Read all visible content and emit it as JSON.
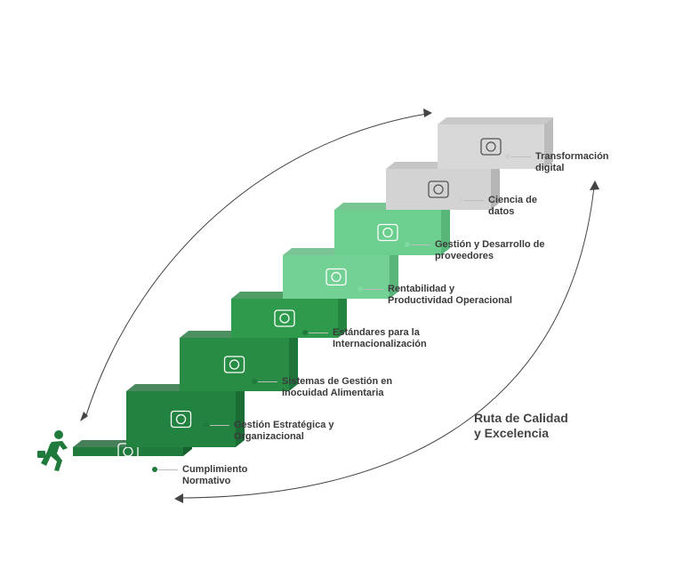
{
  "title": {
    "line1": "Ruta de Calidad",
    "line2": "y Excelencia"
  },
  "colors": {
    "dark_green": "#1f7a3b",
    "green": "#2e9a4b",
    "light_green": "#7fd9a0",
    "grey": "#d9d9d9",
    "text": "#3a3a3a"
  },
  "steps": [
    {
      "line1": "Cumplimiento",
      "line2": "Normativo",
      "icon": "certificate-icon"
    },
    {
      "line1": "Gestión Estratégica y",
      "line2": "Organizacional",
      "icon": "org-chart-icon"
    },
    {
      "line1": "Sistemas de Gestión en",
      "line2": "Inocuidad Alimentaria",
      "icon": "shield-check-icon"
    },
    {
      "line1": "Estándares para la",
      "line2": "Internacionalización",
      "icon": "star-hand-icon"
    },
    {
      "line1": "Rentabilidad y",
      "line2": "Productividad Operacional",
      "icon": "gears-icon"
    },
    {
      "line1": "Gestión y Desarrollo de",
      "line2": "proveedores",
      "icon": "supplier-growth-icon"
    },
    {
      "line1": "Ciencia de",
      "line2": "datos",
      "icon": "data-analysis-icon"
    },
    {
      "line1": "Transformación",
      "line2": "digital",
      "icon": "fingerprint-icon"
    }
  ]
}
